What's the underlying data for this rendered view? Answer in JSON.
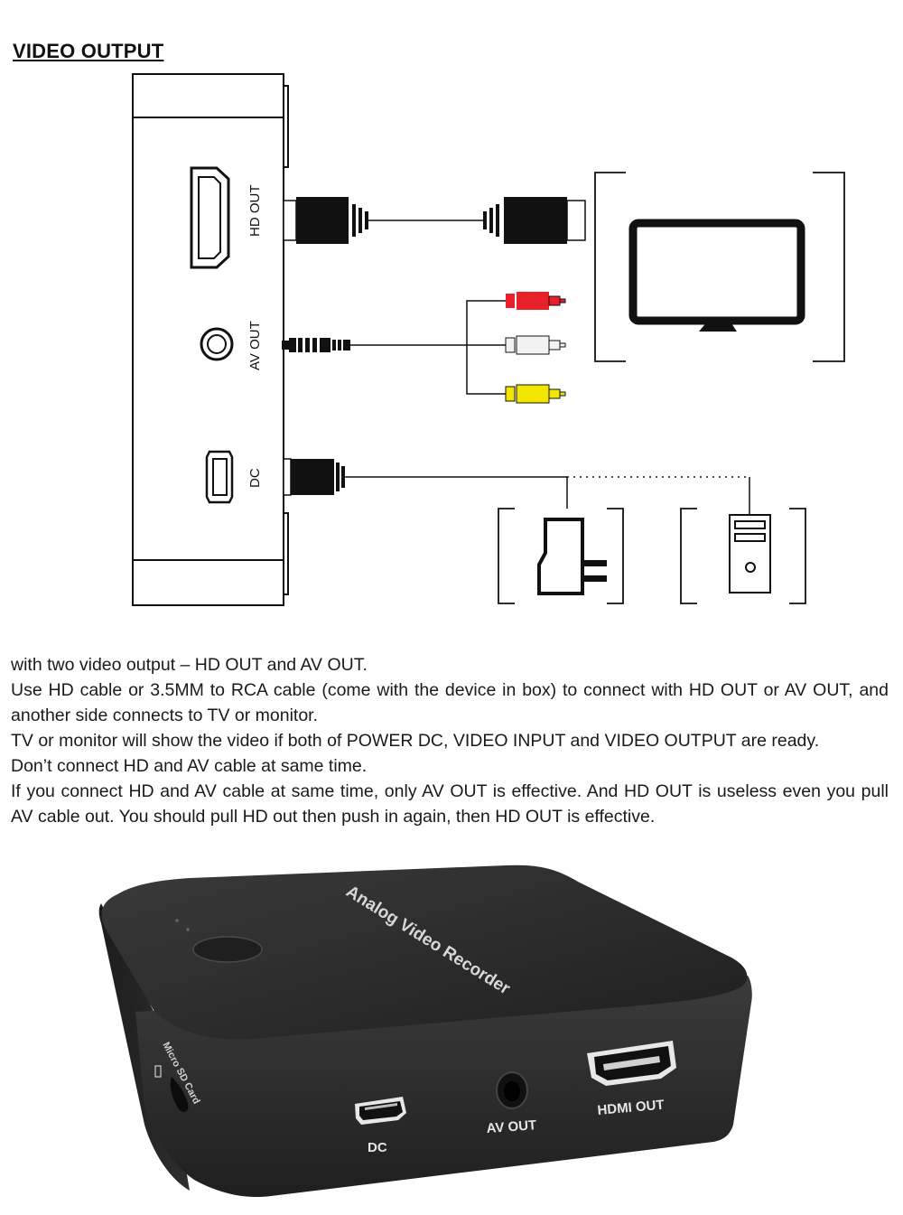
{
  "title": "VIDEO OUTPUT",
  "diagram": {
    "ports": {
      "hd_out": "HD OUT",
      "av_out": "AV OUT",
      "dc": "DC"
    }
  },
  "description": [
    "with two video output – HD OUT and AV OUT.",
    "Use HD cable or 3.5MM to RCA cable (come with the device in box) to connect with HD OUT or AV OUT, and another side connects to TV or monitor.",
    "TV or monitor will show the video if both of POWER DC, VIDEO INPUT and VIDEO OUTPUT are ready.",
    "Don’t connect HD and AV cable at same time.",
    "If you connect HD and AV cable at same time, only AV OUT is effective. And HD OUT is useless even you pull AV cable out. You should pull HD out then push in again, then HD OUT is effective."
  ],
  "product": {
    "top_label": "Analog Video Recorder",
    "side_label": "Micro SD Card",
    "port_dc": "DC",
    "port_av_out": "AV OUT",
    "port_hdmi_out": "HDMI OUT"
  },
  "colors": {
    "rca_red": "#e8202a",
    "rca_white": "#f2f2f2",
    "rca_yellow": "#f2e600",
    "device_body": "#2b2b2b"
  }
}
